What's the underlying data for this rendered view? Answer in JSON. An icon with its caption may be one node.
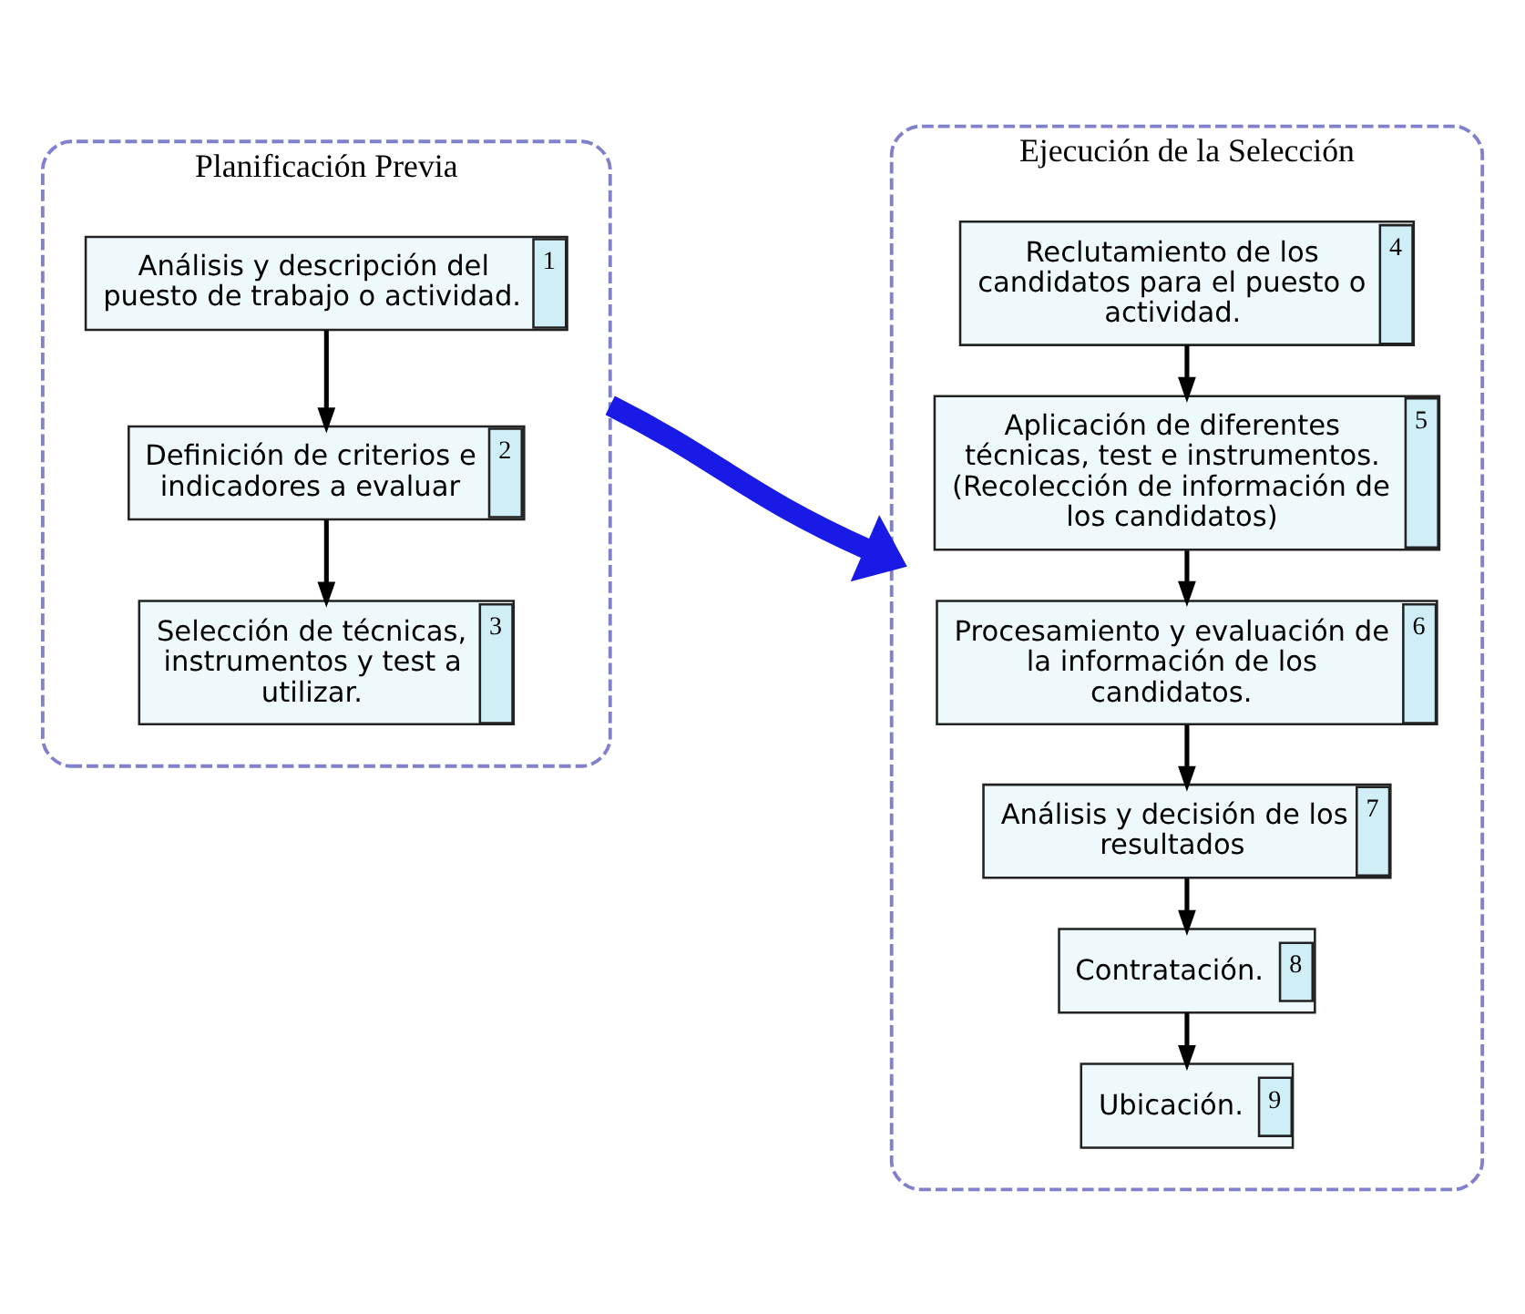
{
  "diagram": {
    "nodes": [
      {
        "text": [
          "Planificación Previa"
        ]
      },
      {
        "text": [
          "Análisis y descripción del puesto de trabajo o actividad.",
          "1"
        ],
        "in": 0
      },
      {
        "text": [
          "Definición de criterios e indicadores a evaluar",
          "2"
        ],
        "in": 0
      },
      {
        "text": [
          "Selección de técnicas, instrumentos y test a utilizar.",
          "3"
        ],
        "in": 0
      },
      {
        "text": [
          "Ejecución de la Selección"
        ]
      },
      {
        "text": [
          "Reclutamiento de los candidatos para el puesto o actividad.",
          "4"
        ],
        "in": 4
      },
      {
        "text": [
          "Aplicación de diferentes técnicas, test e instrumentos. (Recolección de información de los candidatos)",
          "5"
        ],
        "in": 4
      },
      {
        "text": [
          "Procesamiento y evaluación de la información de los candidatos.",
          "6"
        ],
        "in": 4
      },
      {
        "text": [
          "Análisis y decisión de los resultados",
          "7"
        ],
        "in": 4
      },
      {
        "text": [
          "Contratación.",
          "8"
        ],
        "in": 4
      },
      {
        "text": [
          "Ubicación.",
          "9"
        ],
        "in": 4
      }
    ],
    "edges": [
      {
        "from": 1,
        "to": 2,
        "arrow": "to"
      },
      {
        "from": 2,
        "to": 3,
        "arrow": "to"
      },
      {
        "from": 0,
        "to": 4,
        "arrow": "to",
        "style": "thick",
        "color": "#1a1ae6"
      },
      {
        "from": 5,
        "to": 6,
        "arrow": "to"
      },
      {
        "from": 6,
        "to": 7,
        "arrow": "to"
      },
      {
        "from": 7,
        "to": 8,
        "arrow": "to"
      },
      {
        "from": 8,
        "to": 9,
        "arrow": "to"
      },
      {
        "from": 9,
        "to": 10,
        "arrow": "to"
      }
    ]
  }
}
